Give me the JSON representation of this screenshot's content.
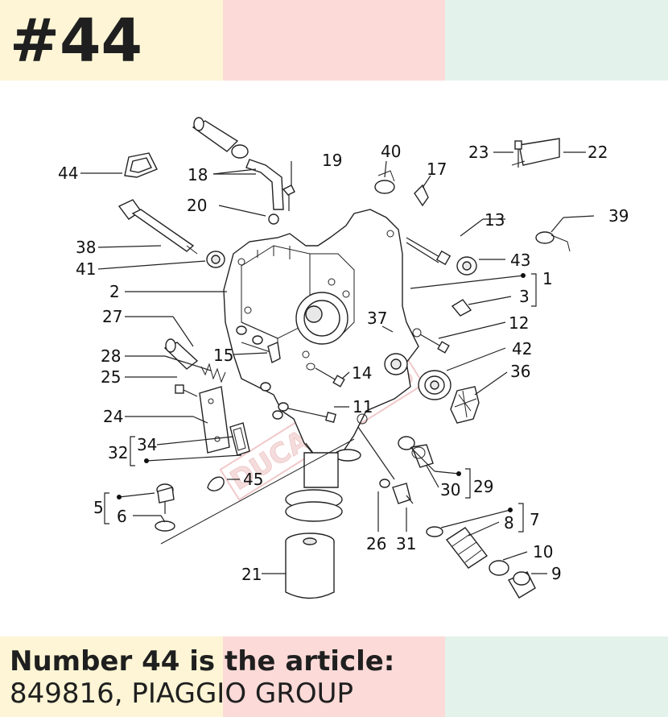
{
  "header": {
    "title": "#44"
  },
  "caption": {
    "heading": "Number 44 is the article:",
    "body": "849816, PIAGGIO GROUP"
  },
  "colors": {
    "band_yellow": "#fdf5d5",
    "band_pink": "#fcdad8",
    "band_mint": "#e3f3ec",
    "text": "#1f1f1f"
  },
  "diagram": {
    "watermark": "DUCATIPARTS",
    "callouts": [
      "1",
      "2",
      "3",
      "5",
      "6",
      "7",
      "8",
      "9",
      "10",
      "11",
      "12",
      "13",
      "14",
      "15",
      "17",
      "18",
      "19",
      "20",
      "21",
      "22",
      "23",
      "24",
      "25",
      "26",
      "27",
      "28",
      "29",
      "30",
      "31",
      "32",
      "34",
      "36",
      "37",
      "38",
      "39",
      "40",
      "41",
      "42",
      "43",
      "44",
      "45"
    ]
  }
}
